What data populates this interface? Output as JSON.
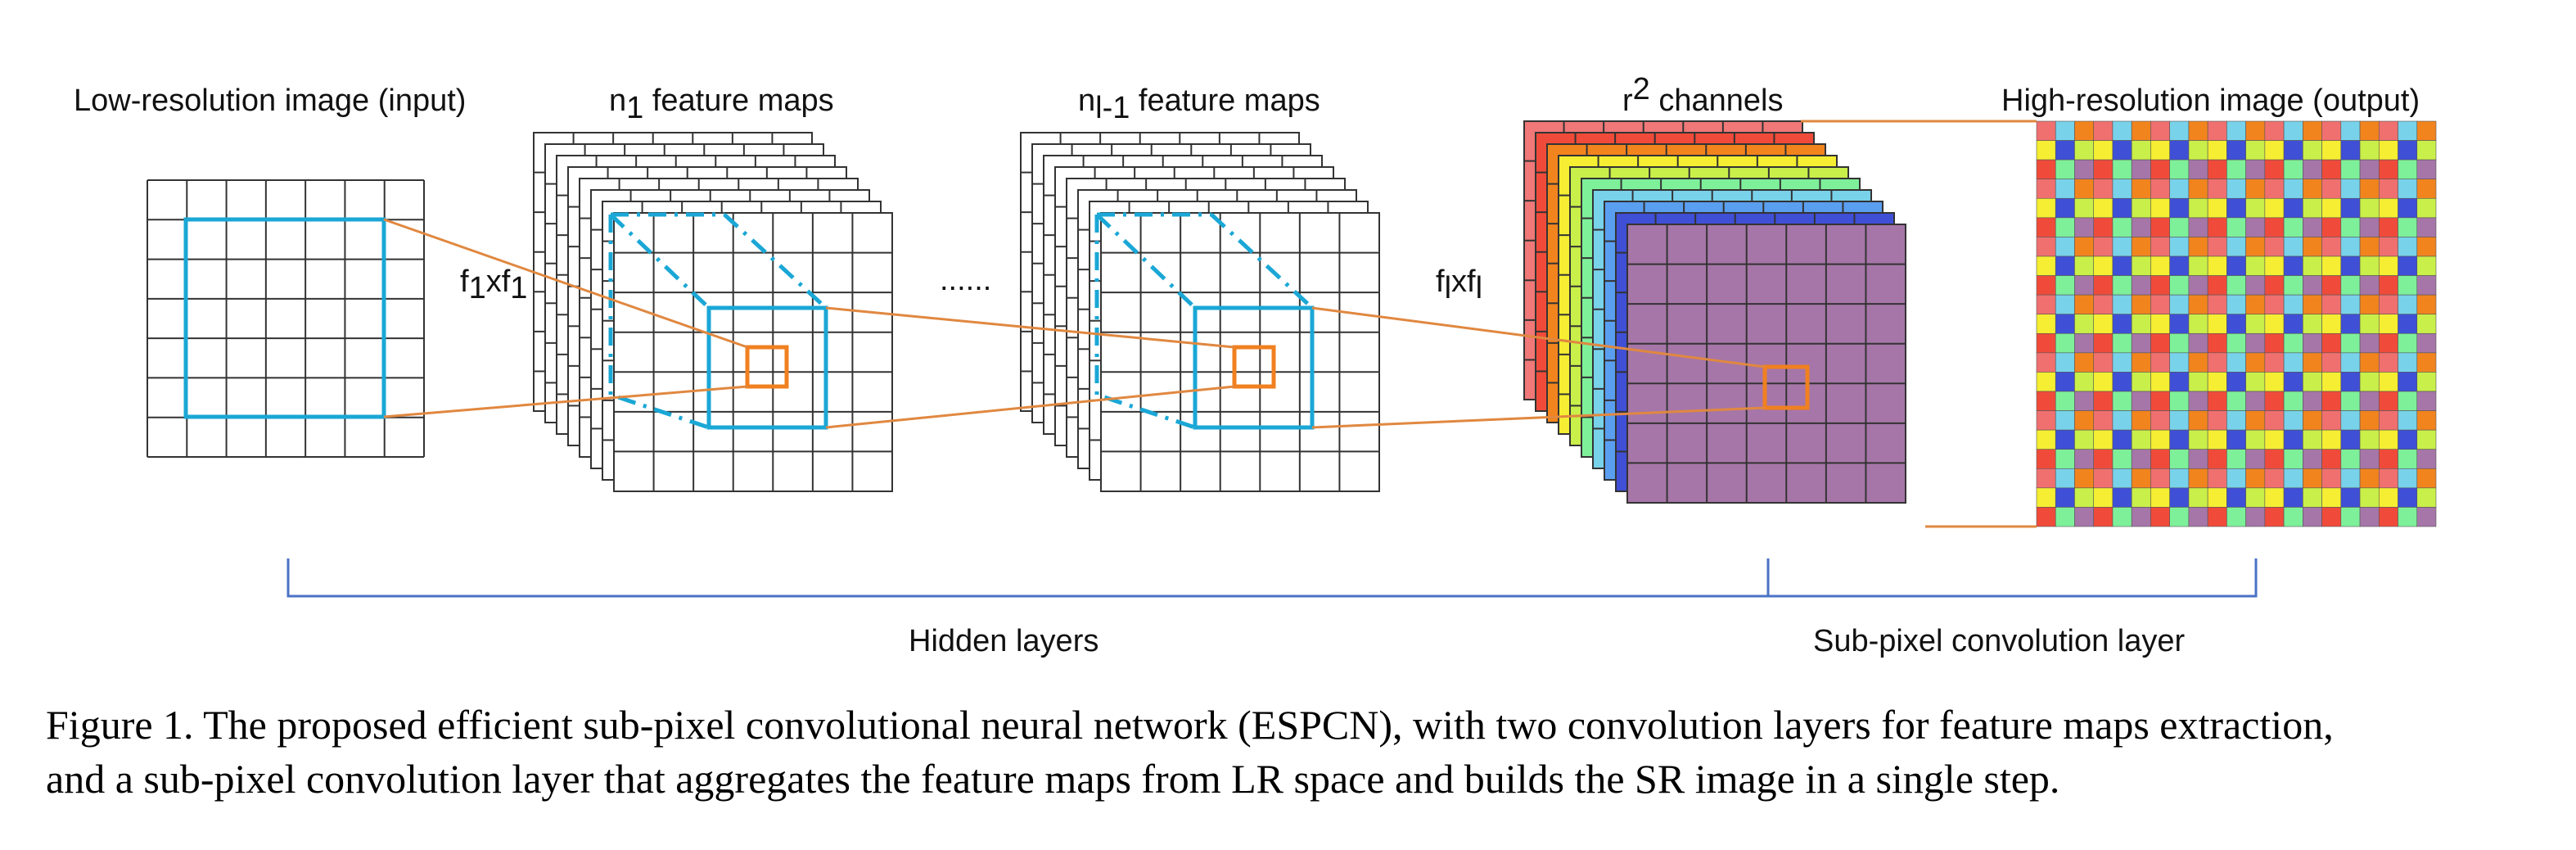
{
  "labels": {
    "lr_input": "Low-resolution image (input)",
    "n1_main": "n",
    "n1_sub": "1",
    "n1_tail": " feature maps",
    "nl_main": "n",
    "nl_sub": "l-1",
    "nl_tail": " feature maps",
    "r2_main": "r",
    "r2_sup": "2",
    "r2_tail": " channels",
    "hr_output": "High-resolution image (output)",
    "f1_a": "f",
    "f1_a_sub": "1",
    "f1_x": "xf",
    "f1_b_sub": "1",
    "fl_a": "f",
    "fl_a_sub": "l",
    "fl_x": "xf",
    "fl_b_sub": "l",
    "ellipsis": "......",
    "hidden_layers": "Hidden layers",
    "subpixel_layer": "Sub-pixel convolution layer"
  },
  "caption": {
    "line1": "Figure 1. The proposed efficient sub-pixel convolutional neural network (ESPCN), with two convolution layers for feature maps extraction,",
    "line2": "and a sub-pixel convolution layer that aggregates the feature maps from LR space and builds the SR image in a single step."
  },
  "colors": {
    "kernel_outline": "#1aa7d6",
    "patch_outline": "#f08020",
    "connector": "#e08840",
    "bracket": "#4a72c4",
    "channels": [
      "#f07878",
      "#f04b3a",
      "#f2841e",
      "#f5ee32",
      "#c9ef4a",
      "#7ef09a",
      "#78d2ea",
      "#5a9ef0",
      "#3f4fd6",
      "#a676a8"
    ],
    "hr_palette": [
      "#f07070",
      "#f04b3a",
      "#f2841e",
      "#f5ee32",
      "#c9ef4a",
      "#7ef09a",
      "#78d2ea",
      "#5a9ef0",
      "#3f4fd6",
      "#a676a8"
    ]
  }
}
